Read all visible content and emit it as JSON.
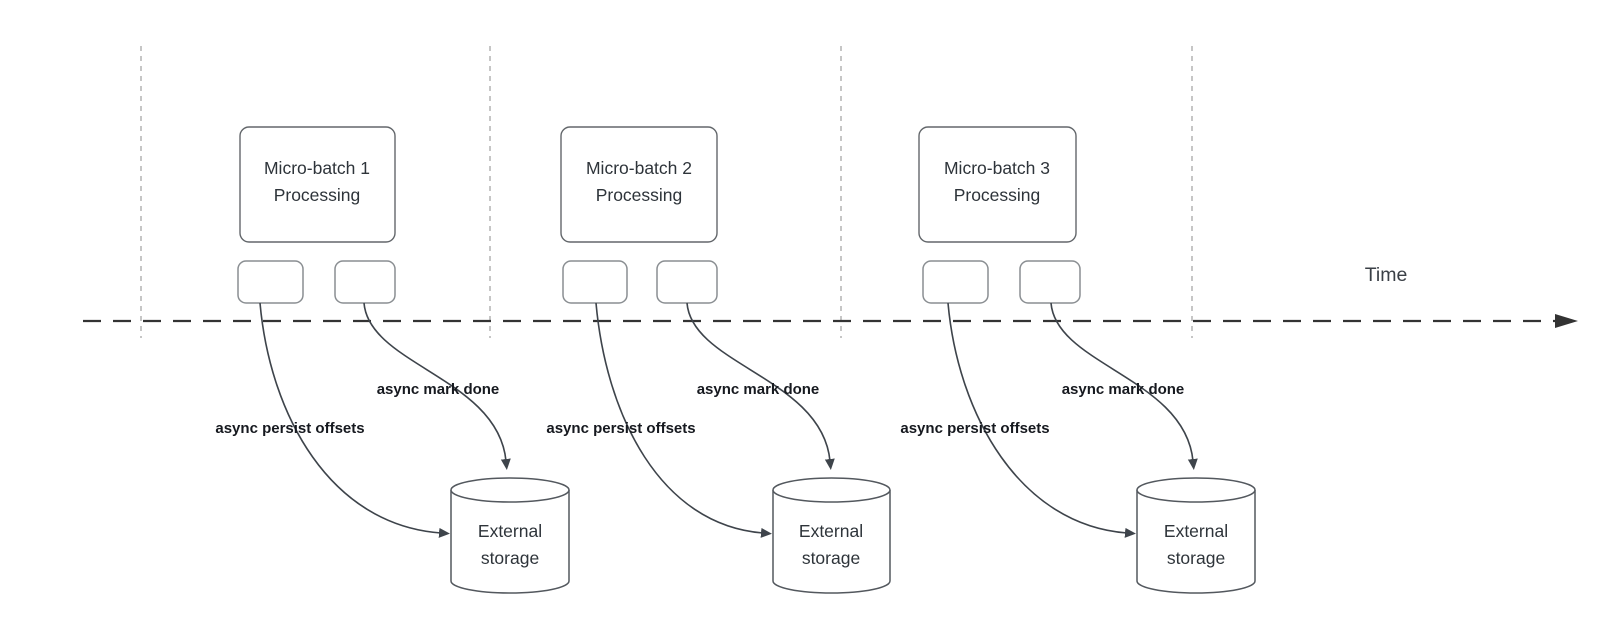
{
  "diagram": {
    "type": "micro-batch streaming timeline diagram",
    "timeline": {
      "label": "Time"
    },
    "batches": [
      {
        "title_line1": "Micro-batch 1",
        "title_line2": "Processing",
        "persist_label": "async persist offsets",
        "done_label": "async mark done",
        "storage": {
          "line1": "External",
          "line2": "storage"
        }
      },
      {
        "title_line1": "Micro-batch 2",
        "title_line2": "Processing",
        "persist_label": "async persist offsets",
        "done_label": "async mark done",
        "storage": {
          "line1": "External",
          "line2": "storage"
        }
      },
      {
        "title_line1": "Micro-batch 3",
        "title_line2": "Processing",
        "persist_label": "async persist offsets",
        "done_label": "async mark done",
        "storage": {
          "line1": "External",
          "line2": "storage"
        }
      }
    ],
    "colors": {
      "background": "#ffffff",
      "timeline_stroke": "#333333",
      "interval_gridline_stroke": "#b8b8b8",
      "process_box_stroke": "#63676b",
      "task_box_stroke": "#8a8e92",
      "cylinder_stroke": "#53585e",
      "edge_stroke": "#3e444b",
      "title_text": "#2e343a",
      "edge_label_text": "#16191f",
      "time_text": "#3a3f46"
    }
  }
}
